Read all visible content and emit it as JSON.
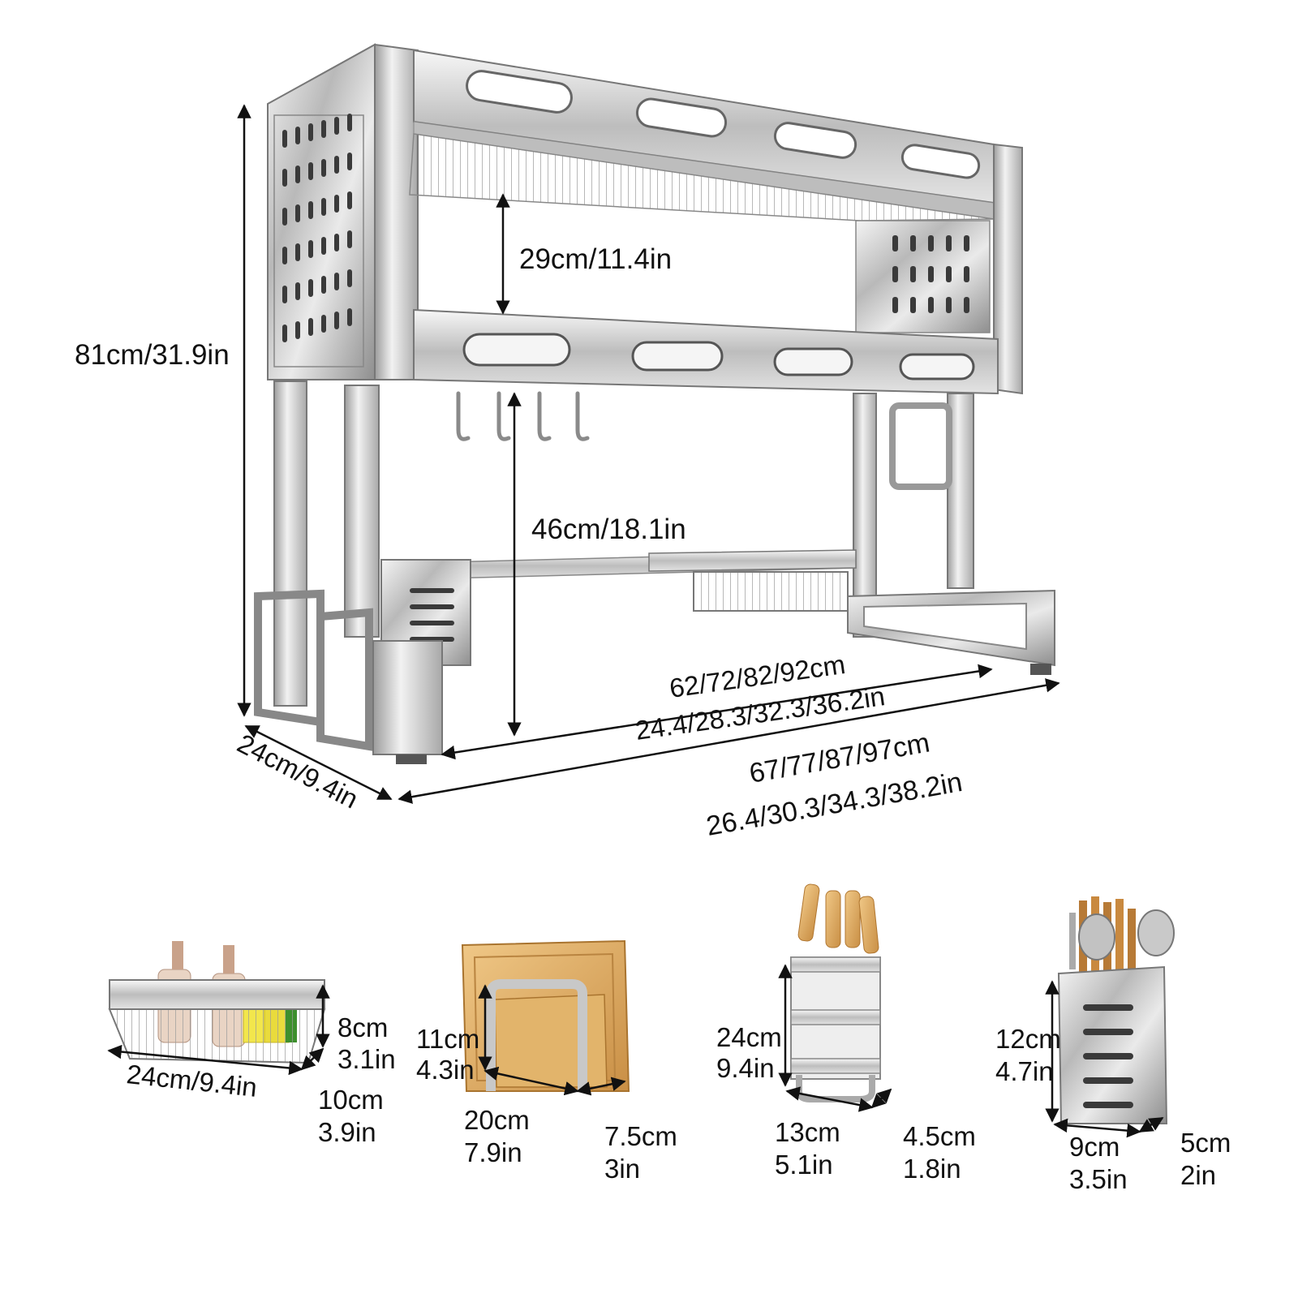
{
  "main_rack": {
    "total_height": "81cm/31.9in",
    "upper_gap": "29cm/11.4in",
    "lower_gap": "46cm/18.1in",
    "depth": "24cm/9.4in",
    "inner_width_cm": "62/72/82/92cm",
    "inner_width_in": "24.4/28.3/32.3/36.2in",
    "outer_width_cm": "67/77/87/97cm",
    "outer_width_in": "26.4/30.3/34.3/38.2in"
  },
  "accessories": {
    "sponge_basket": {
      "height_cm": "8cm",
      "height_in": "3.1in",
      "length": "24cm/9.4in",
      "depth_cm": "10cm",
      "depth_in": "3.9in"
    },
    "board_holder": {
      "height_cm": "11cm",
      "height_in": "4.3in",
      "width_cm": "20cm",
      "width_in": "7.9in",
      "depth_cm": "7.5cm",
      "depth_in": "3in"
    },
    "knife_holder": {
      "height_cm": "24cm",
      "height_in": "9.4in",
      "width_cm": "13cm",
      "width_in": "5.1in",
      "depth_cm": "4.5cm",
      "depth_in": "1.8in"
    },
    "utensil_holder": {
      "height_cm": "12cm",
      "height_in": "4.7in",
      "width_cm": "9cm",
      "width_in": "3.5in",
      "depth_cm": "5cm",
      "depth_in": "2in"
    }
  }
}
